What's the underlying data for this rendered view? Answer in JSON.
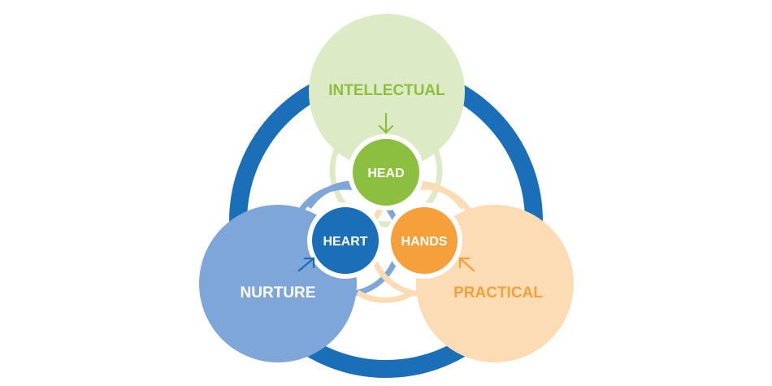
{
  "diagram": {
    "outer_labels": {
      "intellectual": "INTELLECTUAL",
      "nurture": "NURTURE",
      "practical": "PRACTICAL"
    },
    "inner_labels": {
      "head": "HEAD",
      "heart": "HEART",
      "hands": "HANDS"
    }
  },
  "colors": {
    "ring_blue": "#1b6fb8",
    "intellectual_fill": "#dcebc6",
    "intellectual_text": "#8cbf3f",
    "nurture_fill": "#7ea6d8",
    "nurture_text": "#ffffff",
    "practical_fill": "#fbdcb4",
    "practical_text": "#f5a03a",
    "head_fill": "#8cbf3f",
    "heart_fill": "#1b6fb8",
    "hands_fill": "#f5a03a",
    "inner_text": "#ffffff"
  }
}
